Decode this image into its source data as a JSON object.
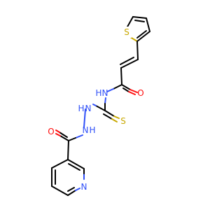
{
  "atoms": {
    "s_thiophene": "S",
    "o_amide": "O",
    "n_amide": "N",
    "h_amide": "H",
    "s_thio": "S",
    "n_hydrazine1": "N",
    "h_hydrazine1": "H",
    "n_hydrazine2": "N",
    "h_hydrazine2": "H",
    "o_nicotinoyl": "O",
    "n_pyridine": "N"
  },
  "colors": {
    "carbon": "#000000",
    "oxygen": "#ff0d0d",
    "nitrogen": "#3050f8",
    "sulfur": "#c8a800"
  }
}
